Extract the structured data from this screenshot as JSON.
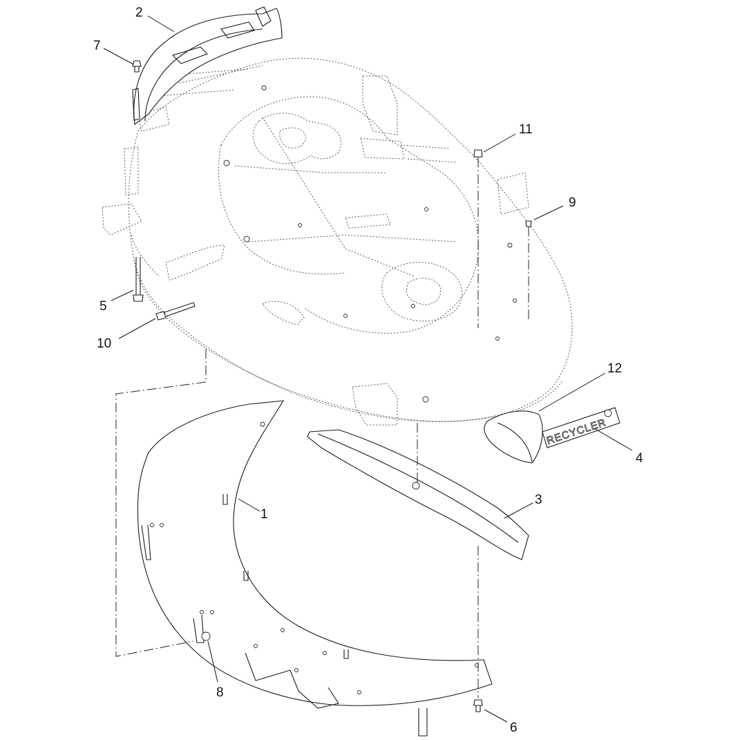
{
  "callouts": [
    {
      "id": "1",
      "label": "1"
    },
    {
      "id": "2",
      "label": "2"
    },
    {
      "id": "3",
      "label": "3"
    },
    {
      "id": "4",
      "label": "4"
    },
    {
      "id": "5",
      "label": "5"
    },
    {
      "id": "6",
      "label": "6"
    },
    {
      "id": "7",
      "label": "7"
    },
    {
      "id": "8",
      "label": "8"
    },
    {
      "id": "9",
      "label": "9"
    },
    {
      "id": "10",
      "label": "10"
    },
    {
      "id": "11",
      "label": "11"
    },
    {
      "id": "12",
      "label": "12"
    }
  ],
  "decal": {
    "text": "RECYCLER"
  }
}
